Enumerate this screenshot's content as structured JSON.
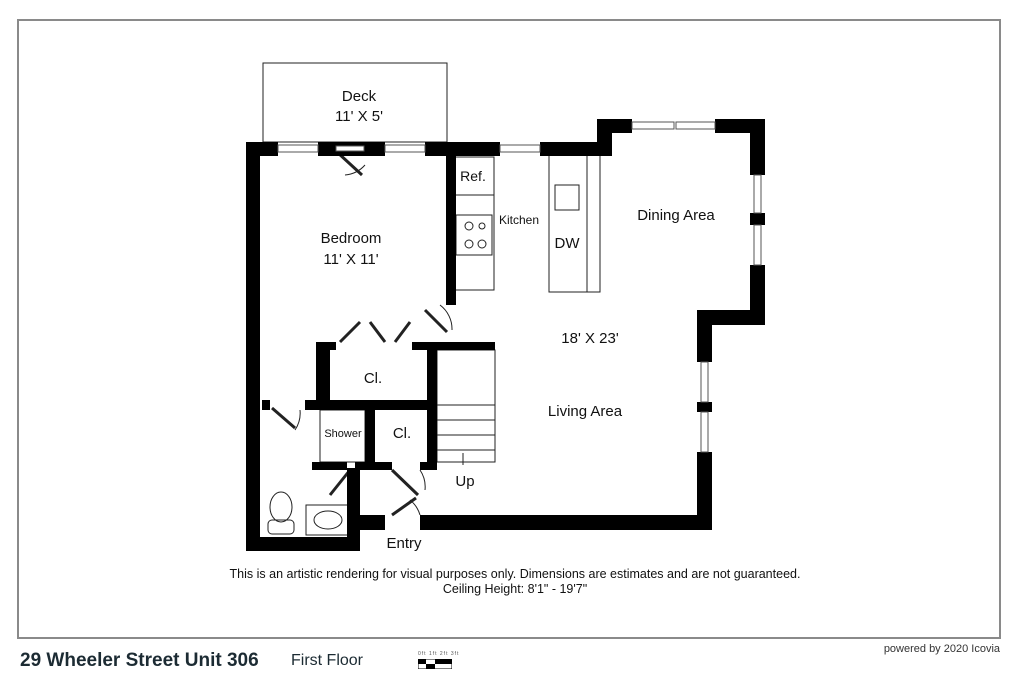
{
  "plan": {
    "rooms": {
      "deck": {
        "name": "Deck",
        "dims": "11' X 5'"
      },
      "bedroom": {
        "name": "Bedroom",
        "dims": "11' X 11'"
      },
      "ref": "Ref.",
      "kitchen": "Kitchen",
      "dw": "DW",
      "dining": "Dining Area",
      "living_dims": "18' X 23'",
      "living": "Living Area",
      "closet1": "Cl.",
      "closet2": "Cl.",
      "shower": "Shower",
      "up": "Up",
      "entry": "Entry"
    },
    "disclaimer": "This is an artistic rendering for visual purposes only. Dimensions are estimates and are not guaranteed.",
    "ceiling": "Ceiling Height: 8'1\" - 19'7\""
  },
  "footer": {
    "address": "29 Wheeler Street Unit  306",
    "floor": "First Floor",
    "scale_labels": "0ft 1ft 2ft 3ft",
    "powered": "powered by 2020 Icovia"
  }
}
